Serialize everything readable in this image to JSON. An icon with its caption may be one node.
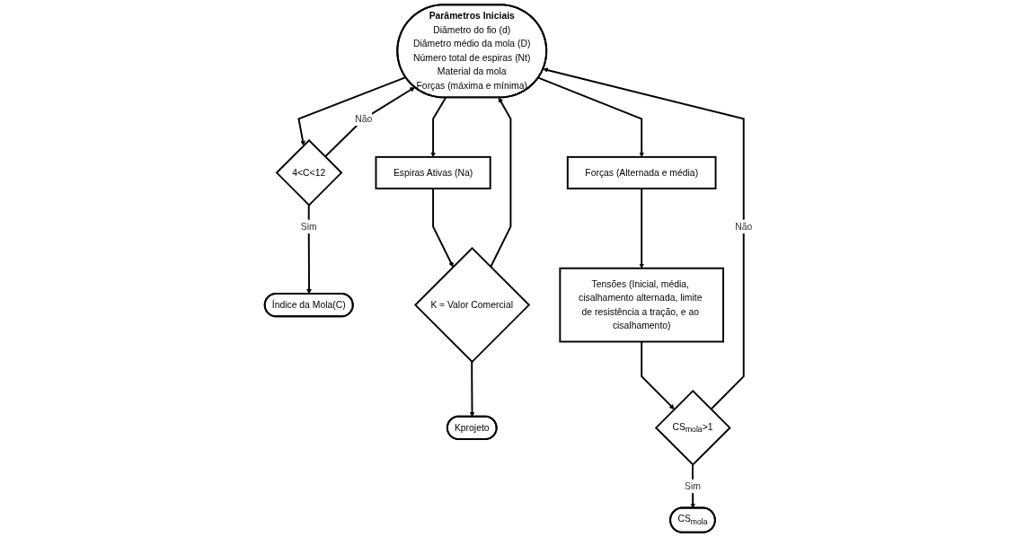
{
  "diagram": {
    "nodes": [
      {
        "text": [
          "Parâmetros Iniciais",
          "Diâmetro do fio (d)",
          "Diâmetro médio da mola (D)",
          "Número total de espiras (Nt)",
          "Material da mola",
          "Forças (máxima e mínima)"
        ]
      },
      {
        "text": [
          "Espiras Ativas (Na)"
        ]
      },
      {
        "text": [
          "4<C<12"
        ]
      },
      {
        "text": [
          "Índice da Mola(C)"
        ]
      },
      {
        "text": [
          "K ≈ Valor Comercial"
        ]
      },
      {
        "text": [
          "Forças (Alternada e média)"
        ]
      },
      {
        "text": [
          "Kprojeto"
        ]
      },
      {
        "text": [
          "Tensões (Inicial, média, cisalhamento alternada, limite de resistência a tração, e ao cisalhamento)"
        ]
      },
      {
        "text": [
          "CS$_{mola}$>1"
        ]
      },
      {
        "text": [
          "CS$_{mola}$"
        ]
      }
    ],
    "edges": [
      {
        "from": 0,
        "to": 1,
        "arrow": "to"
      },
      {
        "from": 1,
        "to": 4,
        "arrow": "to"
      },
      {
        "from": 4,
        "to": 0,
        "arrow": "to"
      },
      {
        "from": 0,
        "to": 2,
        "arrow": "to"
      },
      {
        "from": 2,
        "to": 3,
        "label": "Sim",
        "arrow": "to"
      },
      {
        "from": 2,
        "to": 0,
        "label": "Não",
        "arrow": "to"
      },
      {
        "from": 0,
        "to": 5,
        "arrow": "to"
      },
      {
        "from": 4,
        "to": 6,
        "arrow": "to"
      },
      {
        "from": 5,
        "to": 7,
        "arrow": "to"
      },
      {
        "from": 7,
        "to": 8,
        "arrow": "to"
      },
      {
        "from": 8,
        "to": 9,
        "label": "Sim",
        "arrow": "to"
      },
      {
        "from": 8,
        "to": 0,
        "label": "Não",
        "arrow": "to"
      }
    ]
  }
}
